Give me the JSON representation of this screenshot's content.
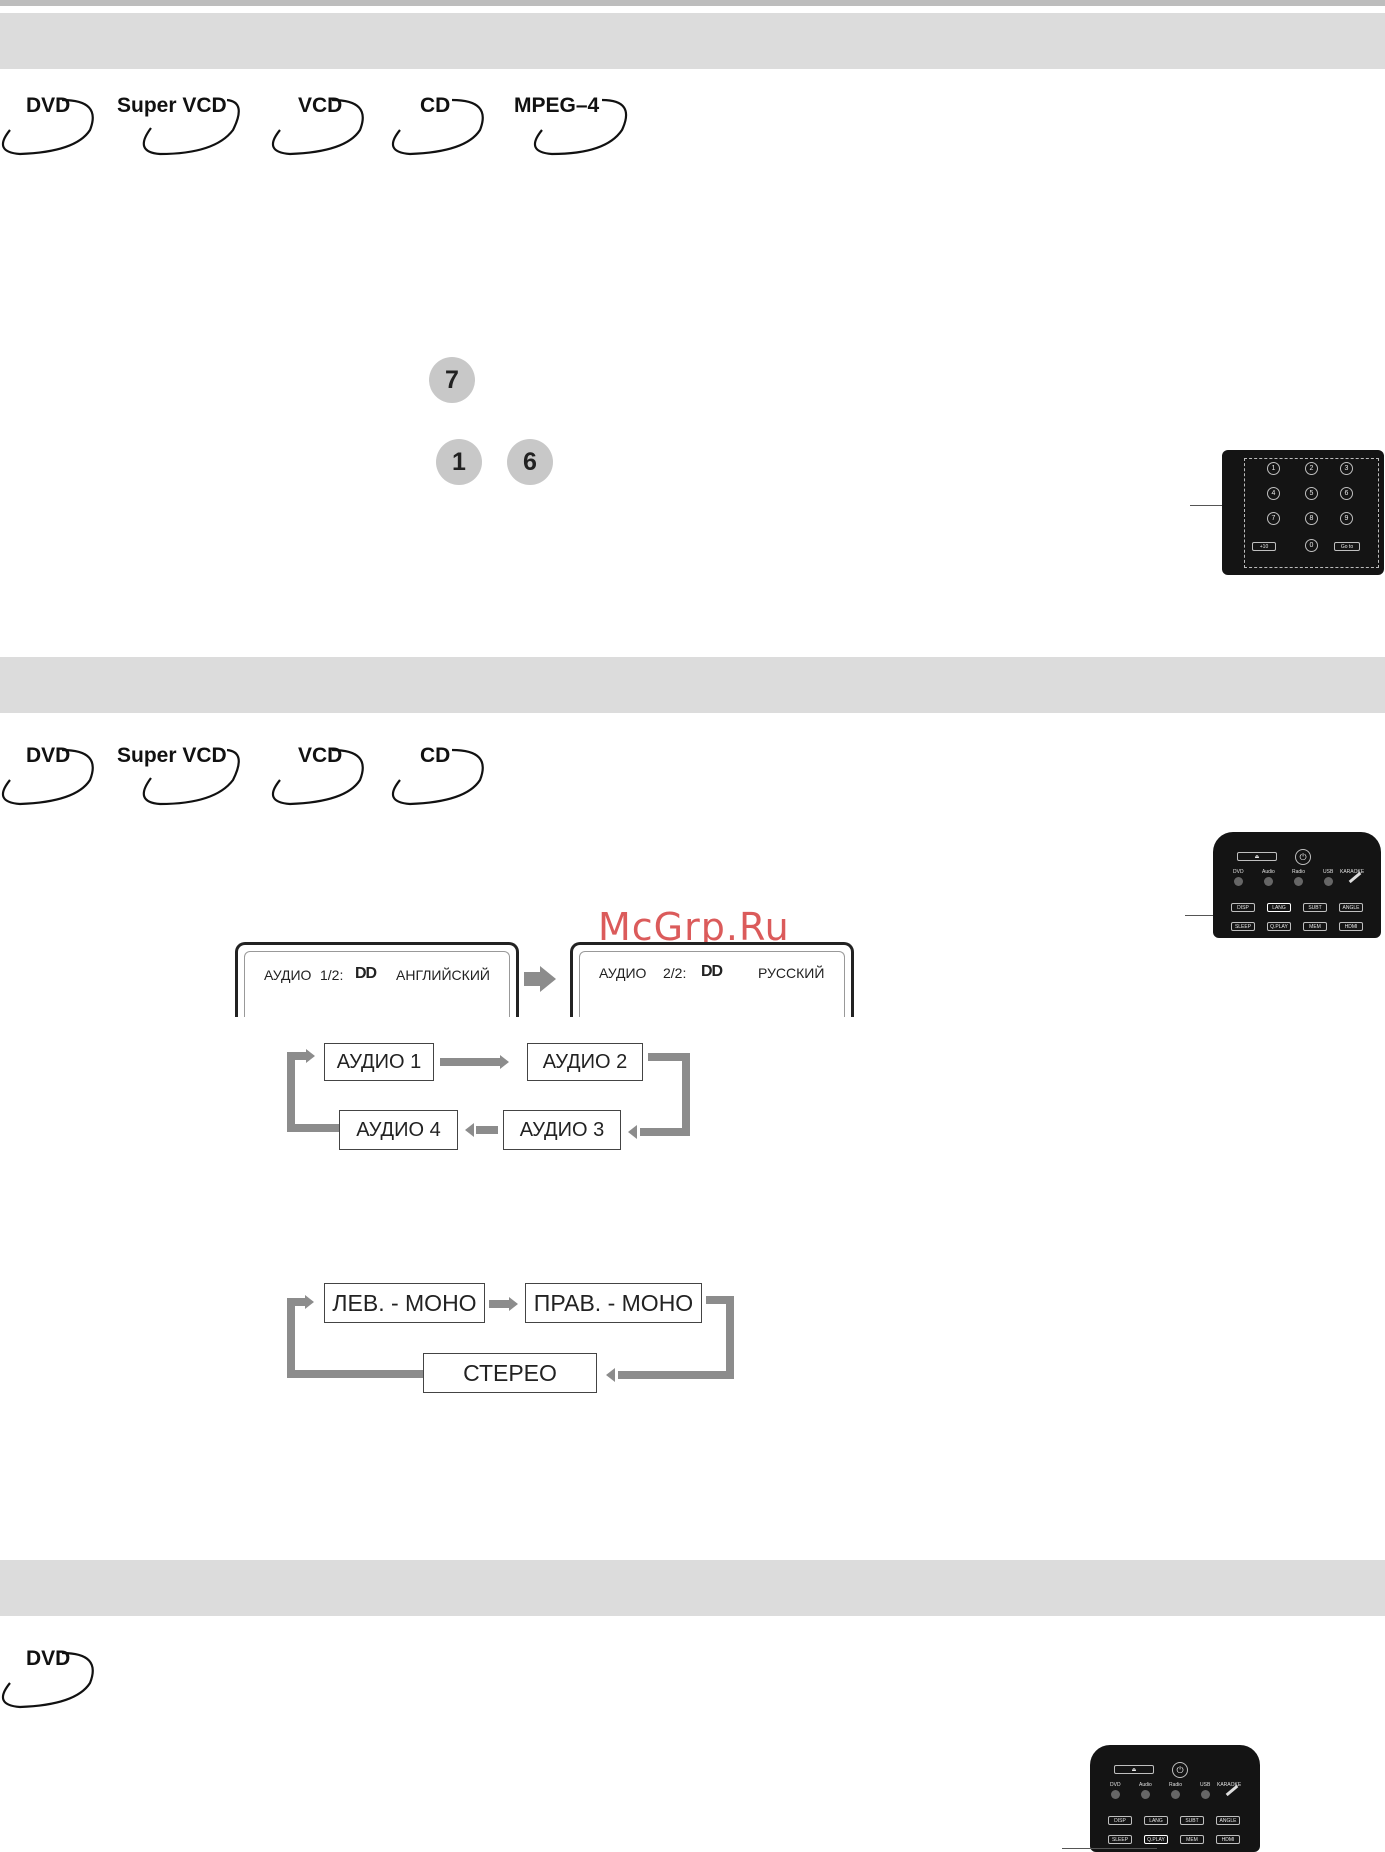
{
  "watermark": "McGrp.Ru",
  "section1": {
    "discs": [
      "DVD",
      "Super VCD",
      "VCD",
      "CD",
      "MPEG–4"
    ],
    "keys_row1": [
      "7"
    ],
    "keys_row2": [
      "1",
      "6"
    ]
  },
  "section2": {
    "discs": [
      "DVD",
      "Super VCD",
      "VCD",
      "CD"
    ],
    "osd1": {
      "label": "АУДИО",
      "track": "1/2:",
      "lang": "АНГЛИЙСКИЙ"
    },
    "osd2": {
      "label": "АУДИО",
      "track": "2/2:",
      "lang": "РУССКИЙ"
    },
    "dolby_symbol": "DD",
    "audio_cycle": [
      "АУДИО 1",
      "АУДИО 2",
      "АУДИО 3",
      "АУДИО 4"
    ],
    "mono_cycle": [
      "ЛЕВ. - МОНО",
      "ПРАВ. - МОНО",
      "СТЕРЕО"
    ]
  },
  "section3": {
    "discs": [
      "DVD"
    ]
  },
  "remote_numpad": {
    "keys": [
      "1",
      "2",
      "3",
      "4",
      "5",
      "6",
      "7",
      "8",
      "9",
      "+10",
      "0",
      "Go to"
    ]
  },
  "remote_function": {
    "top": [
      "⏏",
      "⏻"
    ],
    "modes": [
      "DVD",
      "Audio",
      "Radio",
      "USB",
      "KARAOKE"
    ],
    "row1": [
      "DISP",
      "LANG",
      "SUBT",
      "ANGLE"
    ],
    "row2": [
      "SLEEP",
      "Q.PLAY",
      "MEM",
      "HDMI"
    ]
  }
}
